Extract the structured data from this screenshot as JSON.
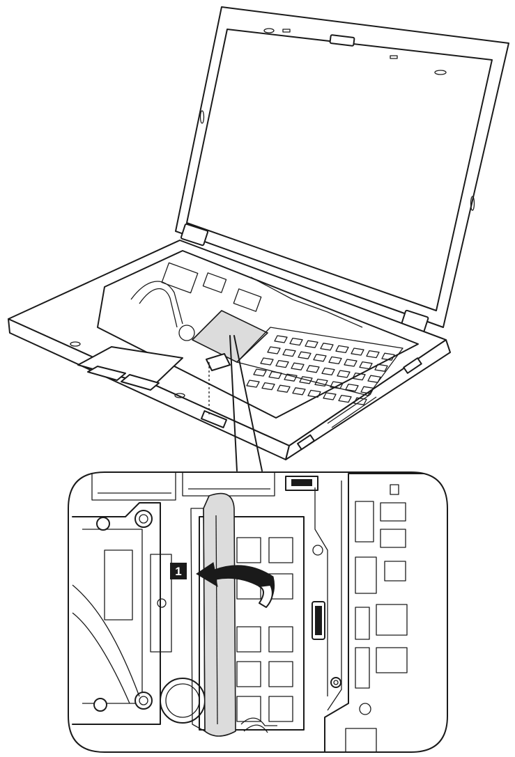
{
  "callouts": [
    {
      "label": "1"
    }
  ],
  "colors": {
    "line": "#1a1a1a",
    "highlight_film": "#dcdcdc",
    "background": "#ffffff"
  },
  "icons": [
    "laptop-illustration",
    "curved-arrow-icon",
    "magnifier-callout"
  ]
}
